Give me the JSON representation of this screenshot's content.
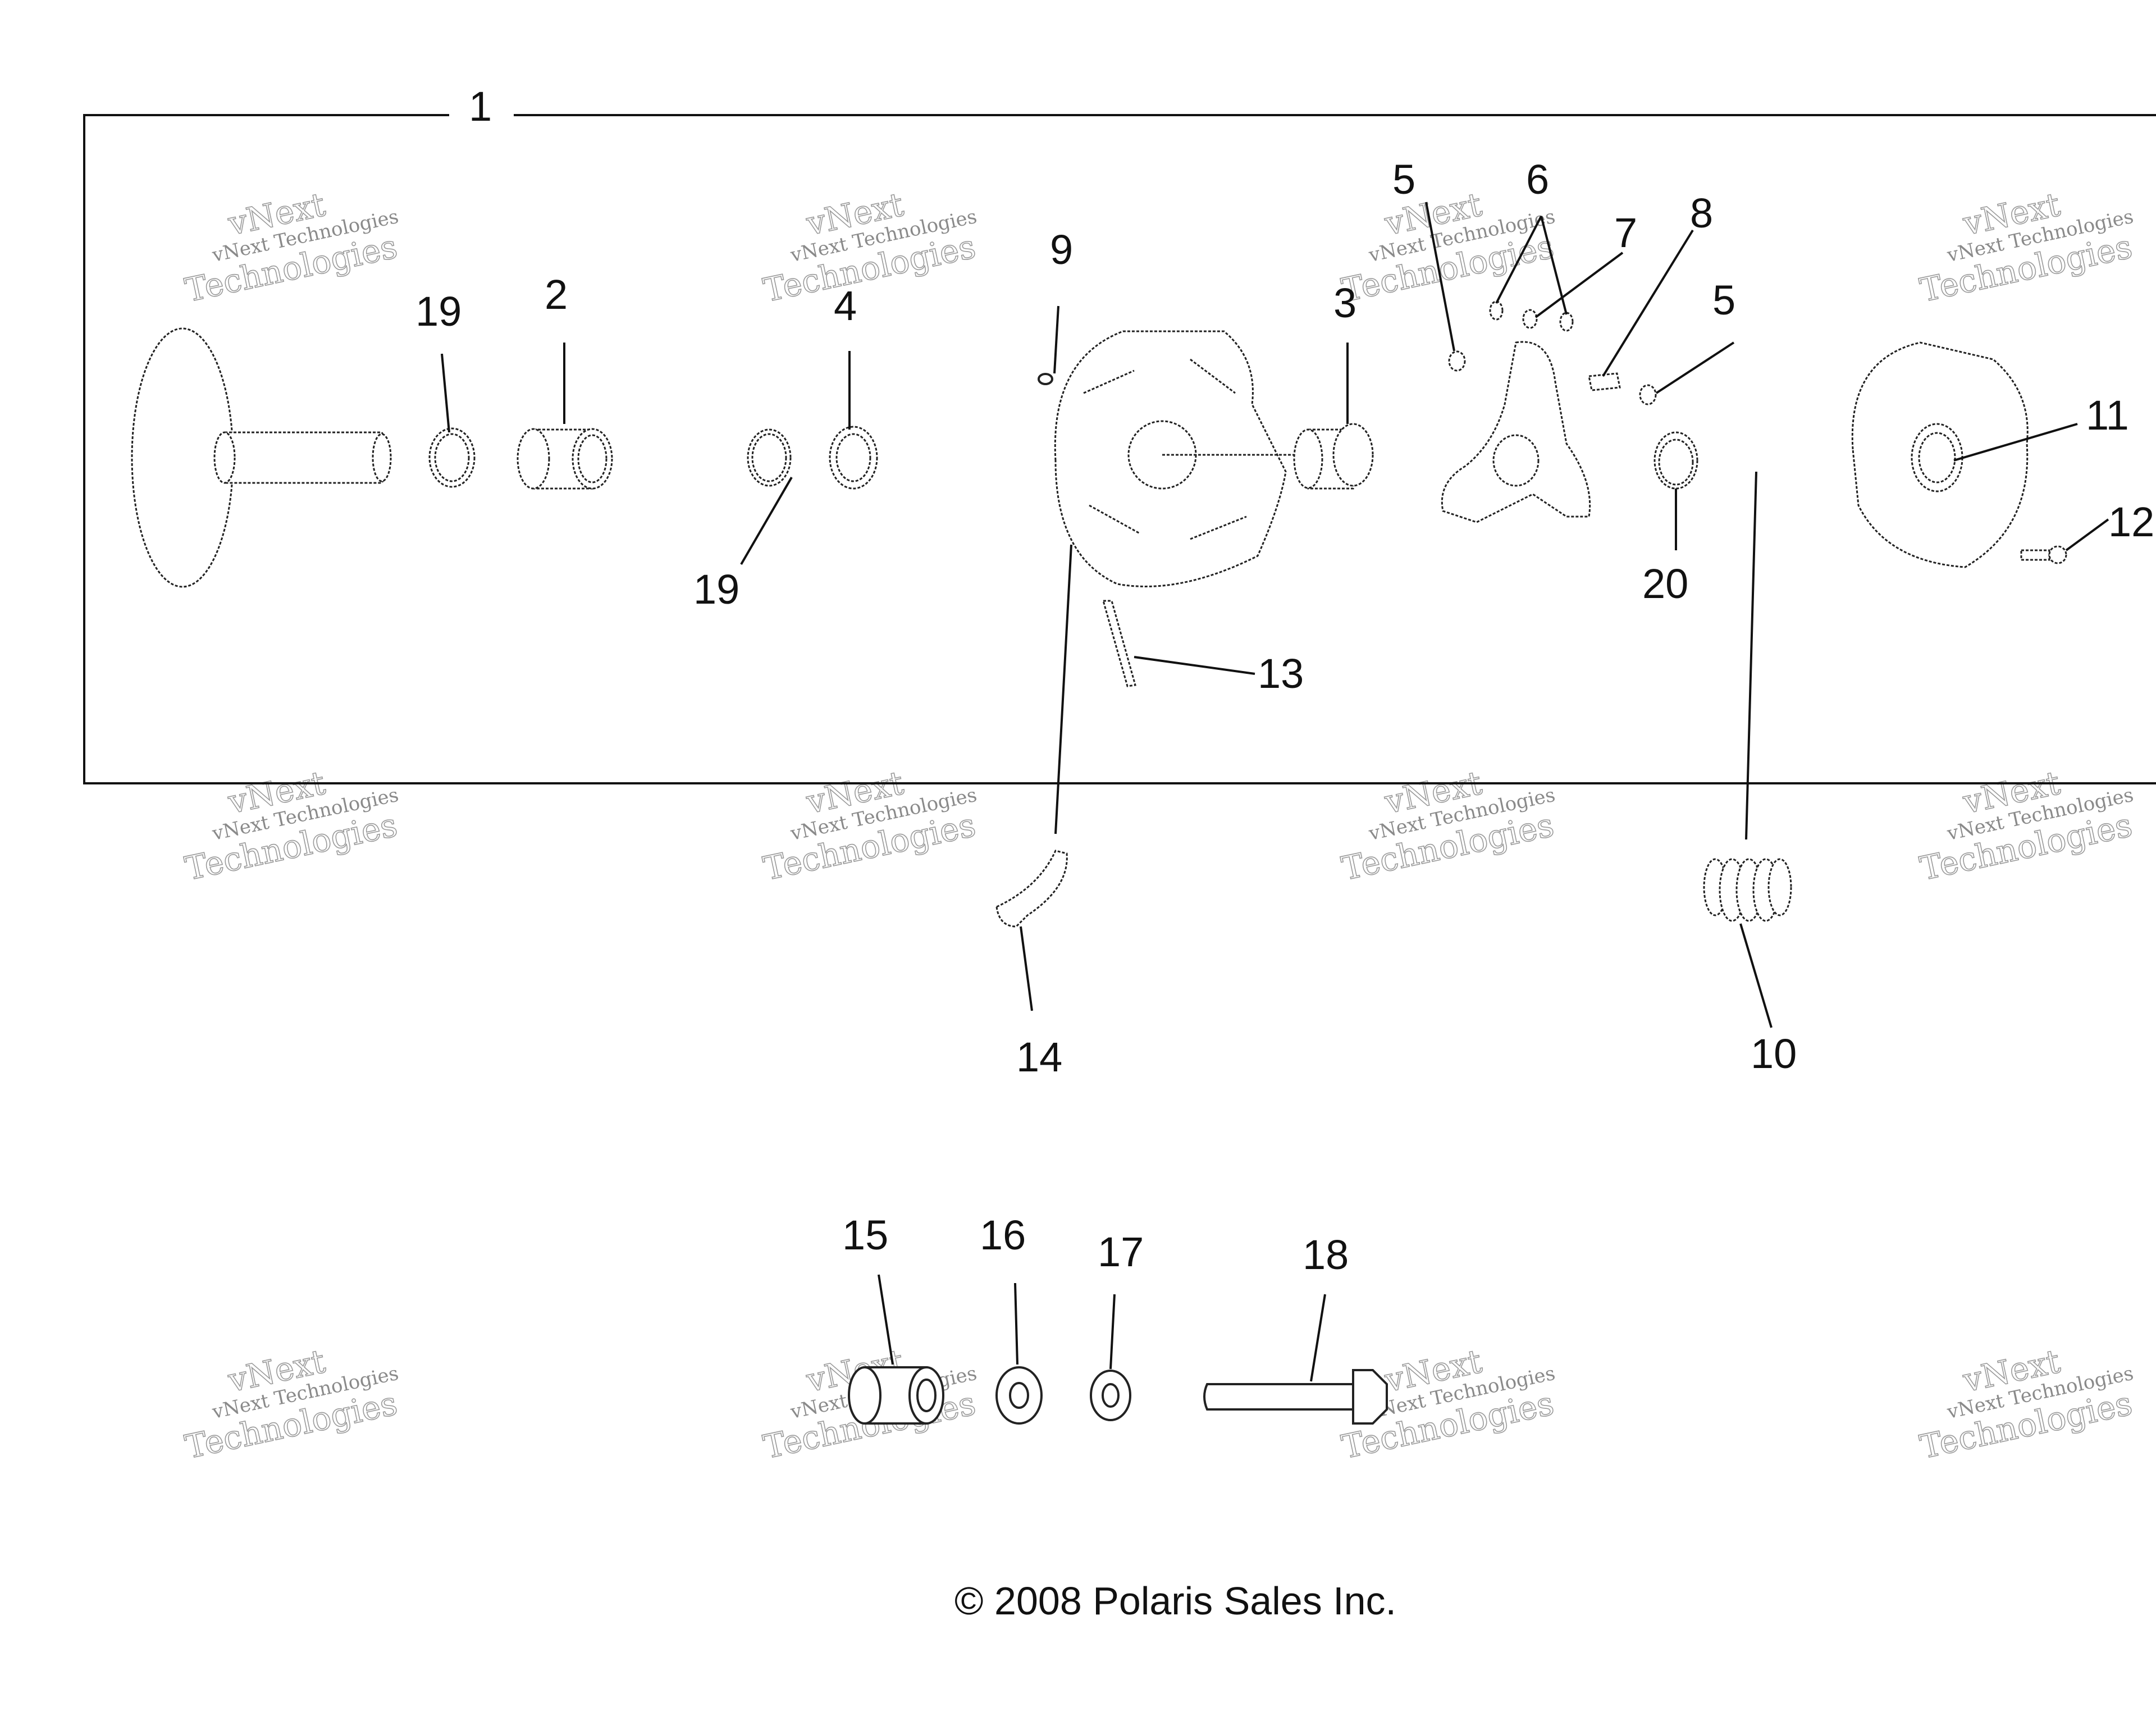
{
  "callouts": [
    "1",
    "2",
    "3",
    "4",
    "5",
    "6",
    "7",
    "8",
    "5",
    "9",
    "10",
    "11",
    "12",
    "13",
    "14",
    "15",
    "16",
    "17",
    "18",
    "19",
    "19",
    "20"
  ],
  "watermark": {
    "line1": "vNext",
    "line2": "vNext Technologies",
    "line3": "Technologies"
  },
  "copyright": "© 2008 Polaris Sales Inc."
}
